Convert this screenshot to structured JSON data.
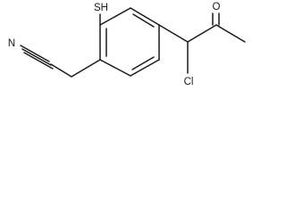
{
  "structure": {
    "atom_labels": {
      "thiol": "SH",
      "nitrile_n": "N",
      "ketone_o": "O",
      "chloro": "Cl"
    }
  },
  "colors": {
    "bond": "#1a1a1a",
    "background": "#ffffff"
  }
}
